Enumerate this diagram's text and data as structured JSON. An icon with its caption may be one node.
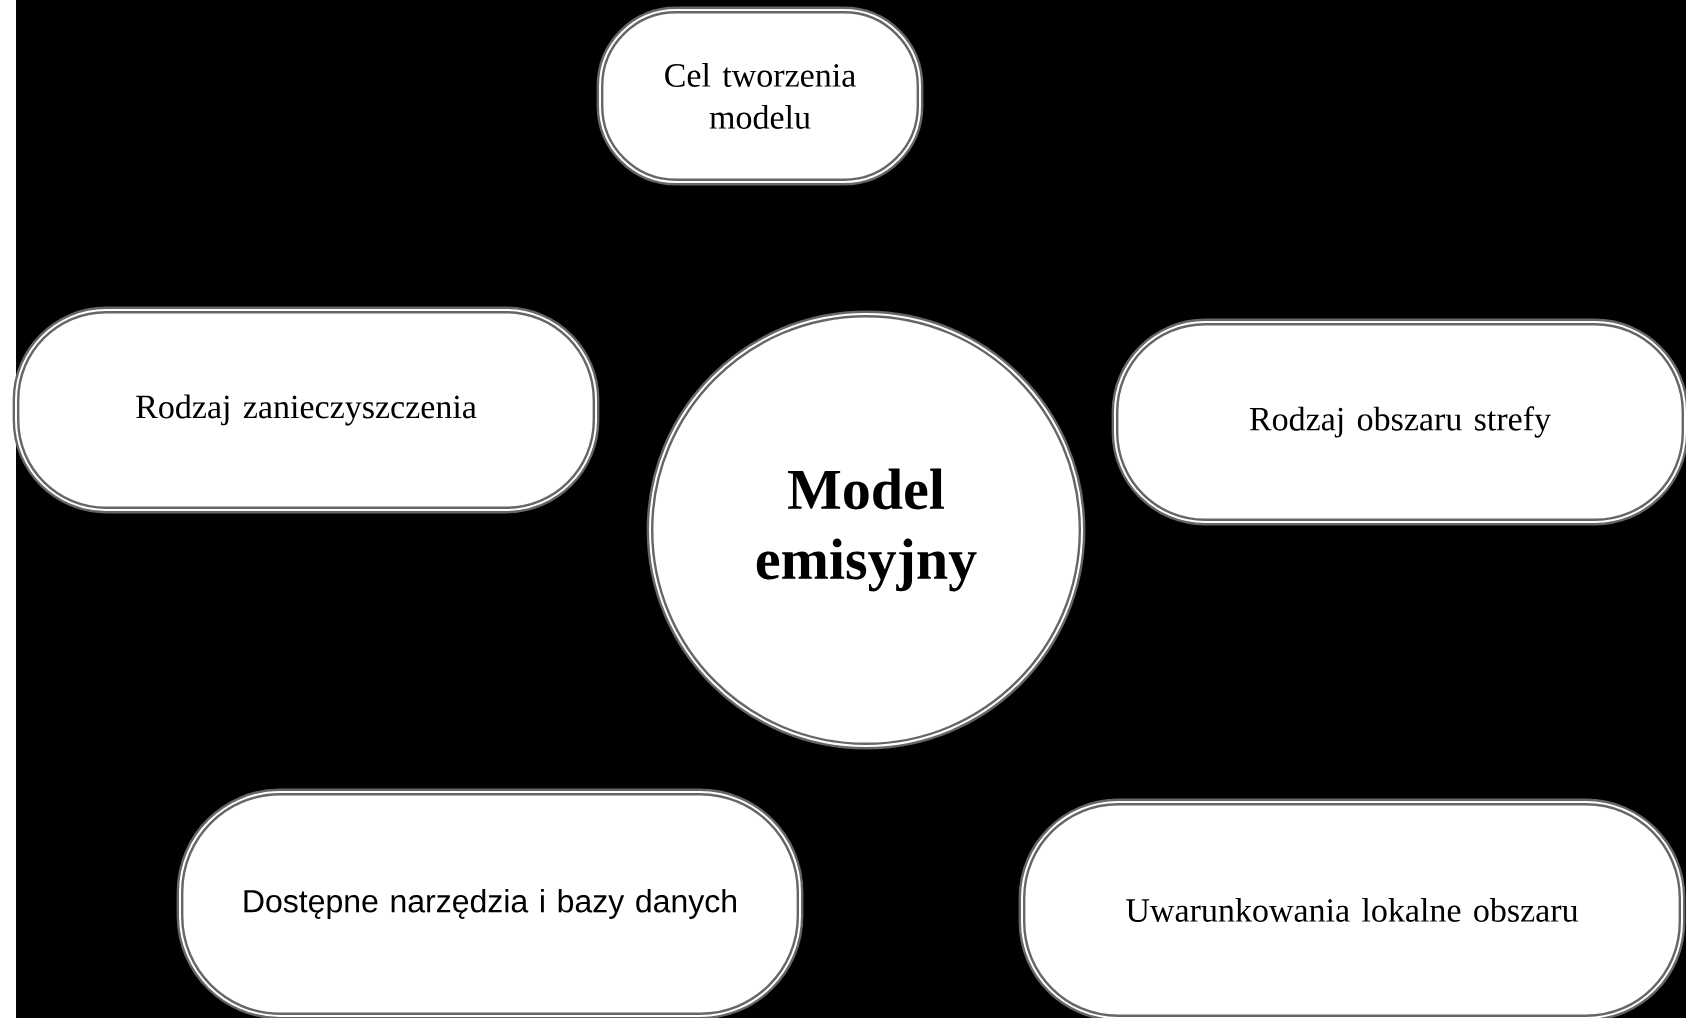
{
  "diagram": {
    "nodes": [
      {
        "text": [
          "Model emisyjny"
        ]
      },
      {
        "text": [
          "Cel tworzenia modelu"
        ]
      },
      {
        "text": [
          "Rodzaj zanieczyszczenia"
        ]
      },
      {
        "text": [
          "Rodzaj obszaru strefy"
        ]
      },
      {
        "text": [
          "Dostępne narzędzia i bazy danych"
        ]
      },
      {
        "text": [
          "Uwarunkowania lokalne obszaru"
        ]
      }
    ]
  }
}
